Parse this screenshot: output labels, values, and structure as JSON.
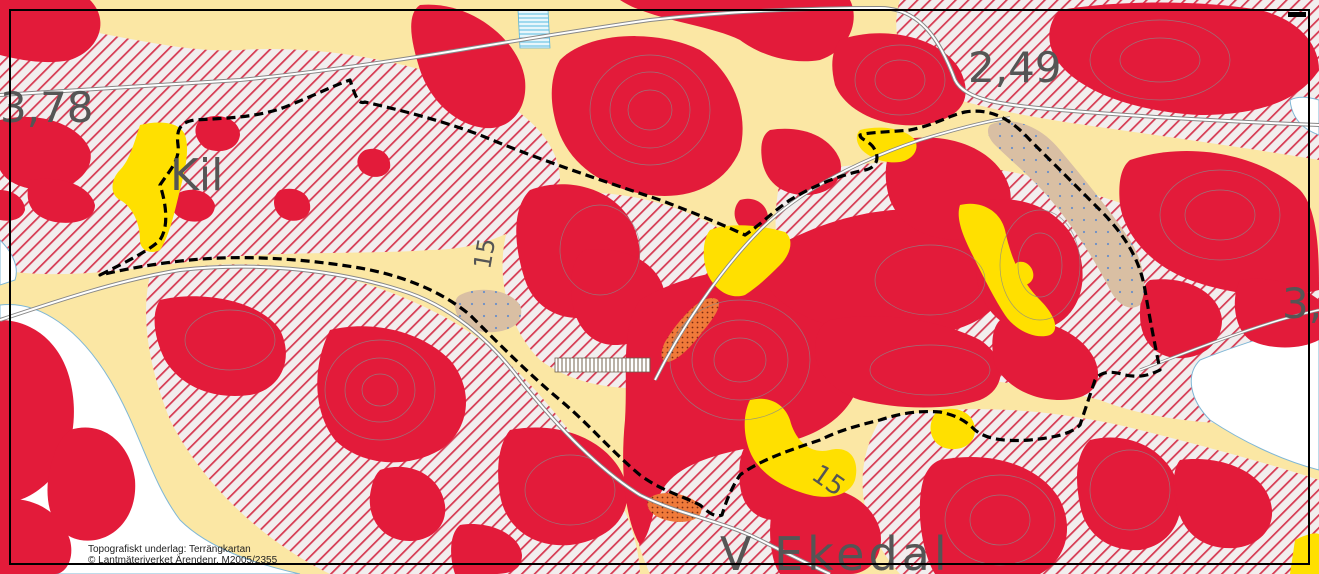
{
  "map": {
    "labels": {
      "kil": "Kil",
      "ekedal": "V Ekedal",
      "value_2_49": "2,49",
      "value_3_78": "3,78",
      "value_3": "3,",
      "road_15_north": "15",
      "road_15_south": "15"
    },
    "credit": {
      "line1": "Topografiskt underlag: Terrängkartan",
      "line2": "© Lantmäteriverket Ärendenr. M2005/2355"
    },
    "colors": {
      "water": "#ffffff",
      "lowland": "#fbe7a4",
      "forest_red": "#e31b3a",
      "hatch_red": "#d63a52",
      "yellow": "#ffe000",
      "wetland": "#d9bfa3",
      "orange": "#f07a3a",
      "contour": "#8a8a8a",
      "boundary": "#000000"
    }
  }
}
